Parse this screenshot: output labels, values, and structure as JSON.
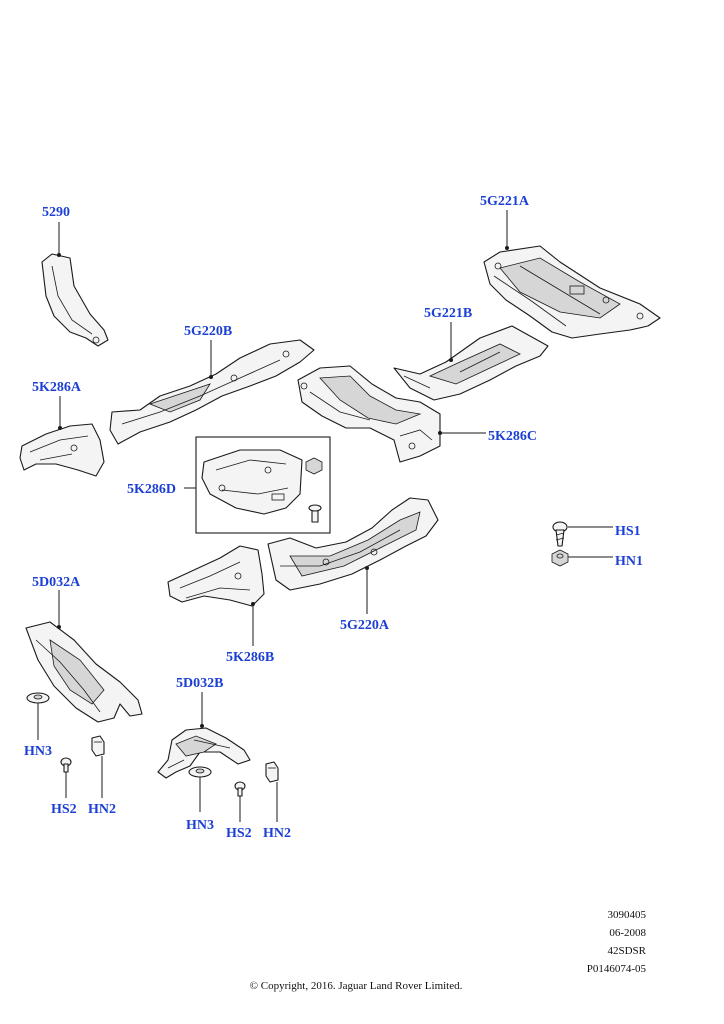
{
  "callouts": {
    "c5290": "5290",
    "c5G221A": "5G221A",
    "c5G220B": "5G220B",
    "c5G221B": "5G221B",
    "c5K286A": "5K286A",
    "c5K286C": "5K286C",
    "c5K286D": "5K286D",
    "cHS1": "HS1",
    "cHN1": "HN1",
    "c5D032A": "5D032A",
    "c5G220A": "5G220A",
    "c5K286B": "5K286B",
    "c5D032B": "5D032B",
    "cHN3a": "HN3",
    "cHS2a": "HS2",
    "cHN2a": "HN2",
    "cHN3b": "HN3",
    "cHS2b": "HS2",
    "cHN2b": "HN2"
  },
  "reference": {
    "line1": "3090405",
    "line2": "06-2008",
    "line3": "42SDSR",
    "line4": "P0146074-05"
  },
  "copyright": "© Copyright, 2016. Jaguar Land Rover Limited.",
  "colors": {
    "callout": "#1c3fd4",
    "line": "#1a1a1a"
  }
}
